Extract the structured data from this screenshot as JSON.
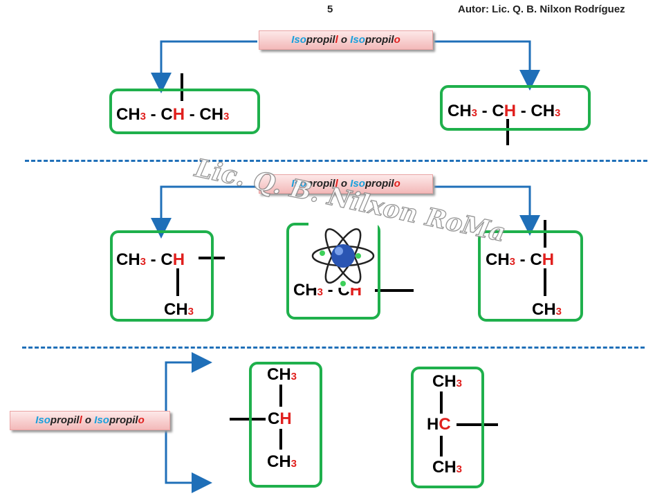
{
  "header": {
    "page_number": "5",
    "author": "Autor: Lic. Q. B.  Nilxon Rodríguez"
  },
  "label": {
    "part1": "Iso",
    "part2": "propil",
    "part3": " o ",
    "part4": "Iso",
    "part5": "propil",
    "part6": "o"
  },
  "watermark": "Lic. Q. B. Nilxon RoMa",
  "formula": {
    "ch3": "CH",
    "sub3": "3",
    "ch": "C",
    "h": "H",
    "dash": " - ",
    "hc_h": "H",
    "hc_c": "C"
  },
  "colors": {
    "box_border": "#1fb04c",
    "arrow": "#1f6fb8",
    "accent_red": "#e0201e",
    "accent_blue": "#1aa0dc"
  },
  "icons": [
    "atom-icon"
  ]
}
